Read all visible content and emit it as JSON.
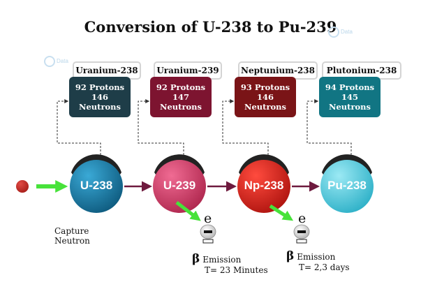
{
  "title": "Conversion of U-238 to Pu-239",
  "watermark": {
    "text": "Data",
    "color": "#b9d6ea"
  },
  "nuclides": [
    {
      "symbol": "U-238",
      "name": "Uranium-238",
      "protons": "92 Protons",
      "neutrons_count": "146",
      "neutrons_word": "Neutrons",
      "box_color": "#1e3d48",
      "sphere_color": "#1f8fbf"
    },
    {
      "symbol": "U-239",
      "name": "Uranium-239",
      "protons": "92 Protons",
      "neutrons_count": "147",
      "neutrons_word": "Neutrons",
      "box_color": "#7d1430",
      "sphere_color": "#e24a78"
    },
    {
      "symbol": "Np-238",
      "name": "Neptunium-238",
      "protons": "93 Protons",
      "neutrons_count": "146",
      "neutrons_word": "Neutrons",
      "box_color": "#7a1417",
      "sphere_color": "#ee2a22"
    },
    {
      "symbol": "Pu-238",
      "name": "Plutonium-238",
      "protons": "94 Protons",
      "neutrons_count": "145",
      "neutrons_word": "Neutrons",
      "box_color": "#117583",
      "sphere_color": "#5fd3e6"
    }
  ],
  "capture": {
    "line1": "Capture",
    "line2": "Neutron",
    "neutron_color": "#c8302a",
    "arrow_color": "#47e23a"
  },
  "emissions": [
    {
      "particle": "e",
      "beta_symbol": "β",
      "label": "Emission",
      "time": "T= 23 Minutes"
    },
    {
      "particle": "e",
      "beta_symbol": "β",
      "label": "Emission",
      "time": "T= 2,3 days"
    }
  ],
  "colors": {
    "chain_arrow": "#6e1a3e",
    "connector": "#333333"
  }
}
